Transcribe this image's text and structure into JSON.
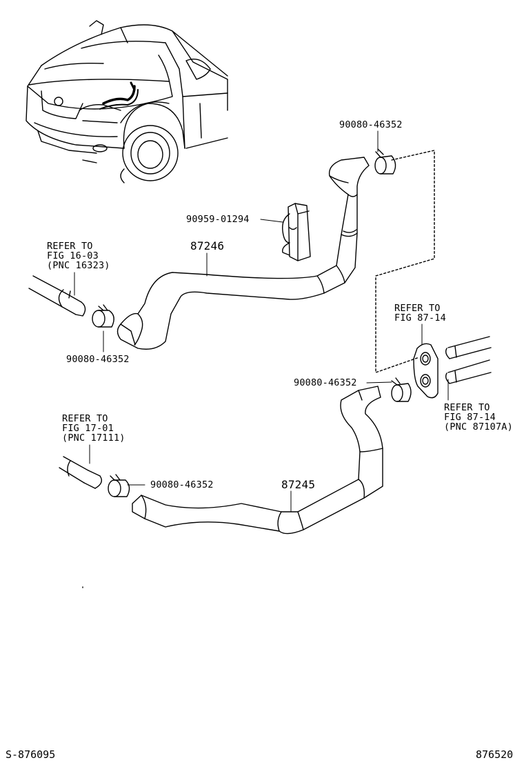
{
  "parts": {
    "clamp_top": "90080-46352",
    "clip": "90959-01294",
    "hose_upper": "87246",
    "clamp_left_upper": "90080-46352",
    "clamp_right_lower": "90080-46352",
    "clamp_left_lower": "90080-46352",
    "hose_lower": "87245"
  },
  "refs": {
    "upper_left": {
      "line1": "REFER TO",
      "line2": "FIG 16-03",
      "line3": "(PNC 16323)"
    },
    "right_upper": {
      "line1": "REFER TO",
      "line2": "FIG 87-14"
    },
    "right_lower": {
      "line1": "REFER TO",
      "line2": "FIG 87-14",
      "line3": "(PNC 87107A)"
    },
    "lower_left": {
      "line1": "REFER TO",
      "line2": "FIG 17-01",
      "line3": "(PNC 17111)"
    }
  },
  "footer": {
    "left_code": "S-876095",
    "right_code": "876520"
  }
}
